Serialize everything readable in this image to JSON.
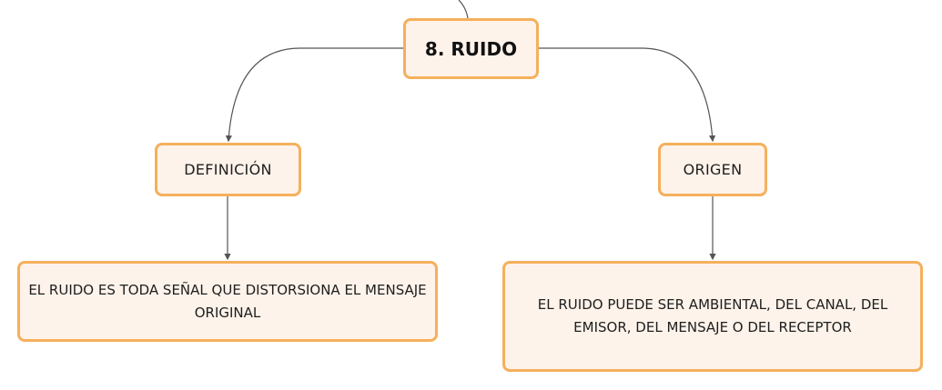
{
  "diagram": {
    "root": {
      "label": "8. RUIDO"
    },
    "branches": [
      {
        "topic": "DEFINICIÓN",
        "detail": "EL RUIDO ES TODA SEÑAL QUE DISTORSIONA EL MENSAJE ORIGINAL"
      },
      {
        "topic": "ORIGEN",
        "detail": "EL RUIDO PUEDE SER AMBIENTAL, DEL CANAL, DEL EMISOR, DEL MENSAJE O DEL RECEPTOR"
      }
    ]
  },
  "colors": {
    "node_fill": "#fdf3ea",
    "node_border": "#f5b05c",
    "connector": "#555555"
  }
}
